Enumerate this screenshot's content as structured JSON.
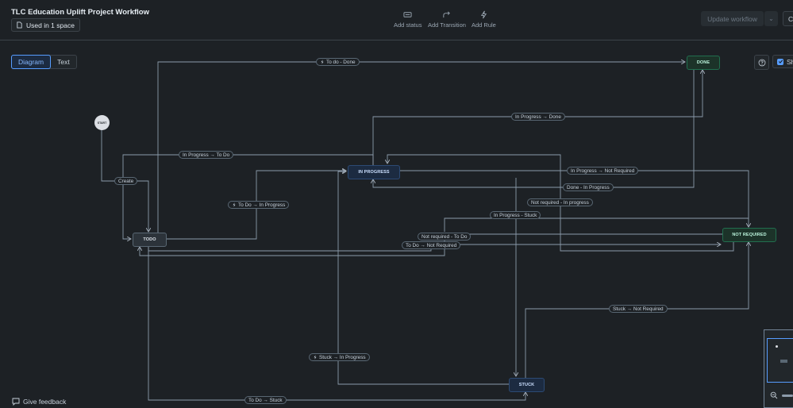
{
  "header": {
    "title": "TLC Education Uplift Project Workflow",
    "usage_badge": "Used in 1 space",
    "tools": {
      "add_status": "Add status",
      "add_transition": "Add Transition",
      "add_rule": "Add Rule"
    },
    "update_button": "Update workflow",
    "close_button": "C"
  },
  "view_toggle": {
    "diagram": "Diagram",
    "text": "Text",
    "selected": "Diagram"
  },
  "show_labels": {
    "label": "Sh",
    "checked": true
  },
  "statuses": {
    "start": "START",
    "todo": "TODO",
    "in_progress": "IN PROGRESS",
    "done": "DONE",
    "not_required": "NOT REQUIRED",
    "stuck": "STUCK"
  },
  "transitions": {
    "todo_done": "To do - Done",
    "inprog_done": "In Progress → Done",
    "inprog_todo": "In Progress → To Do",
    "create": "Create",
    "todo_inprog": "To Do → In Progress",
    "inprog_notreq": "In Progress → Not Required",
    "done_inprog": "Done - In Progress",
    "notreq_inprog": "Not required - In progress",
    "inprog_stuck": "In Progress - Stuck",
    "notreq_todo": "Not required - To Do",
    "todo_notreq": "To Do → Not Required",
    "stuck_notreq": "Stuck → Not Required",
    "stuck_inprog": "Stuck → In Progress",
    "todo_stuck": "To Do → Stuck"
  },
  "footer": {
    "feedback": "Give feedback"
  },
  "colors": {
    "background": "#1d2125",
    "accent": "#579dff",
    "done_green": "#216e4e",
    "in_progress_blue": "#1c2b41",
    "line": "#8c9bab"
  }
}
